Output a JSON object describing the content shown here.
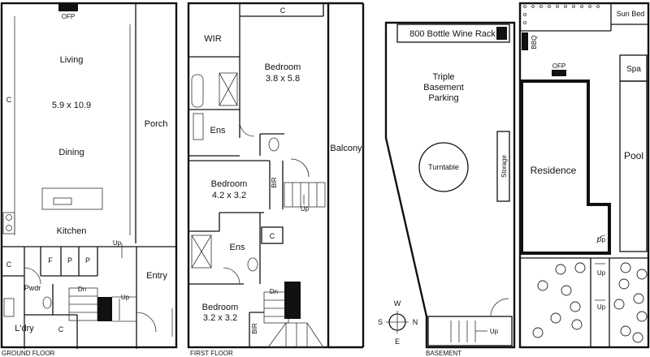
{
  "floors": {
    "ground": "GROUND FLOOR",
    "first": "FIRST FLOOR",
    "basement": "BASEMENT"
  },
  "ground": {
    "ofp": "OFP",
    "living": "Living",
    "living_size": "5.9 x 10.9",
    "dining": "Dining",
    "kitchen": "Kitchen",
    "porch": "Porch",
    "entry": "Entry",
    "pwdr": "Pwdr",
    "ldry": "L'dry",
    "c_left": "C",
    "c_lower_left": "C",
    "c_lower": "C",
    "f": "F",
    "p1": "P",
    "p2": "P",
    "up": "Up",
    "up2": "Up",
    "dn": "Dn"
  },
  "first": {
    "c_top": "C",
    "wir": "WIR",
    "bed1": "Bedroom",
    "bed1_size": "3.8 x 5.8",
    "ens1": "Ens",
    "balcony": "Balcony",
    "bir1": "BIR",
    "bed2": "Bedroom",
    "bed2_size": "4.2 x 3.2",
    "up": "Up",
    "ens2": "Ens",
    "c_mid": "C",
    "bed3": "Bedroom",
    "bed3_size": "3.2 x 3.2",
    "bir2": "BIR",
    "dn": "Dn"
  },
  "basement": {
    "wine_rack": "800 Bottle Wine Rack",
    "parking_1": "Triple",
    "parking_2": "Basement",
    "parking_3": "Parking",
    "turntable": "Turntable",
    "storage": "Storage",
    "up": "Up",
    "compass_n": "N",
    "compass_s": "S",
    "compass_e": "E",
    "compass_w": "W"
  },
  "site": {
    "sun_bed": "Sun Bed",
    "bbq": "BBQ",
    "ofp": "OFP",
    "spa": "Spa",
    "pool": "Pool",
    "residence": "Residence",
    "up1": "Up",
    "up2": "Up",
    "up3": "Up"
  }
}
